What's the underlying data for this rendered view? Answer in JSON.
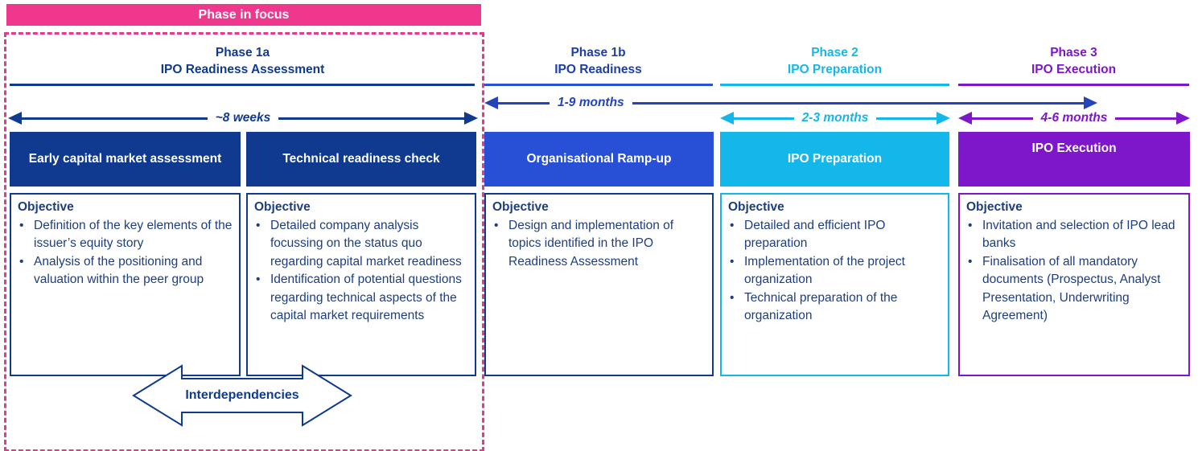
{
  "banner": {
    "label": "Phase in focus"
  },
  "phases": [
    {
      "name": "Phase 1a",
      "subtitle": "IPO Readiness Assessment",
      "duration": "~8 weeks"
    },
    {
      "name": "Phase 1b",
      "subtitle": "IPO Readiness",
      "duration": "1-9 months"
    },
    {
      "name": "Phase 2",
      "subtitle": "IPO Preparation",
      "duration": "2-3 months"
    },
    {
      "name": "Phase 3",
      "subtitle": "IPO Execution",
      "duration": "4-6 months"
    }
  ],
  "workstreams": [
    {
      "header": "Early capital market assessment",
      "section": "Objective",
      "bullets": [
        "Definition of the key elements of the issuer’s equity story",
        "Analysis of the positioning and valuation within the peer group"
      ]
    },
    {
      "header": "Technical readiness check",
      "section": "Objective",
      "bullets": [
        "Detailed company analysis focussing on the status quo regarding capital market readiness",
        "Identification of potential questions regarding technical aspects of the capital market requirements"
      ]
    },
    {
      "header": "Organisational Ramp-up",
      "section": "Objective",
      "bullets": [
        "Design and implementation of topics identified in the IPO Readiness Assessment"
      ]
    },
    {
      "header": "IPO Preparation",
      "section": "Objective",
      "bullets": [
        "Detailed and efficient IPO preparation",
        "Implementation of the project organization",
        "Technical preparation of the organization"
      ]
    },
    {
      "header": "IPO Execution",
      "section": "Objective",
      "bullets": [
        "Invitation and selection of IPO lead banks",
        "Finalisation of all mandatory documents (Prospectus, Analyst Presentation, Underwriting Agreement)"
      ]
    }
  ],
  "annotations": {
    "interdependencies": "Interdependencies"
  },
  "colors": {
    "focus_pink": "#f0378e",
    "dashed_outline_pink": "#e53a8a",
    "navy": "#103a8f",
    "royal_blue": "#2850d7",
    "cyan": "#14b7ea",
    "purple": "#7d17c9",
    "body_text_blue": "#1e3e7e"
  }
}
